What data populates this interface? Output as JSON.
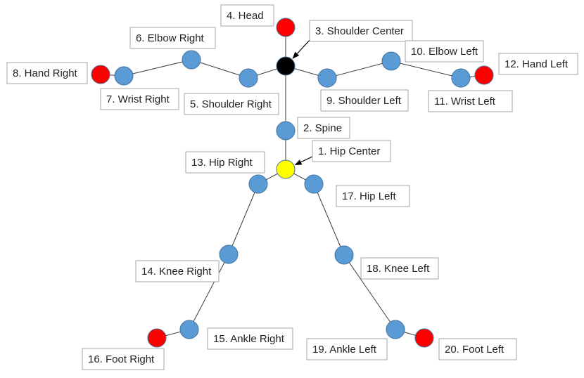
{
  "diagram": {
    "colors": {
      "default_joint": "#5b9bd5",
      "highlight_end": "#ff0000",
      "hip_center": "#ffff00",
      "shoulder_center": "#000000",
      "bone": "#3c3c3c",
      "label_border": "#a6a6a6"
    },
    "joints": [
      {
        "id": 1,
        "name": "Hip Center",
        "label": "1. Hip Center",
        "color": "#ffff00"
      },
      {
        "id": 2,
        "name": "Spine",
        "label": "2. Spine",
        "color": "#5b9bd5"
      },
      {
        "id": 3,
        "name": "Shoulder Center",
        "label": "3. Shoulder Center",
        "color": "#000000"
      },
      {
        "id": 4,
        "name": "Head",
        "label": "4. Head",
        "color": "#ff0000"
      },
      {
        "id": 5,
        "name": "Shoulder Right",
        "label": "5. Shoulder Right",
        "color": "#5b9bd5"
      },
      {
        "id": 6,
        "name": "Elbow Right",
        "label": "6. Elbow Right",
        "color": "#5b9bd5"
      },
      {
        "id": 7,
        "name": "Wrist Right",
        "label": "7. Wrist Right",
        "color": "#5b9bd5"
      },
      {
        "id": 8,
        "name": "Hand Right",
        "label": "8. Hand Right",
        "color": "#ff0000"
      },
      {
        "id": 9,
        "name": "Shoulder Left",
        "label": "9. Shoulder Left",
        "color": "#5b9bd5"
      },
      {
        "id": 10,
        "name": "Elbow Left",
        "label": "10. Elbow Left",
        "color": "#5b9bd5"
      },
      {
        "id": 11,
        "name": "Wrist Left",
        "label": "11. Wrist Left",
        "color": "#5b9bd5"
      },
      {
        "id": 12,
        "name": "Hand Left",
        "label": "12. Hand Left",
        "color": "#ff0000"
      },
      {
        "id": 13,
        "name": "Hip Right",
        "label": "13. Hip Right",
        "color": "#5b9bd5"
      },
      {
        "id": 14,
        "name": "Knee Right",
        "label": "14. Knee Right",
        "color": "#5b9bd5"
      },
      {
        "id": 15,
        "name": "Ankle Right",
        "label": "15. Ankle Right",
        "color": "#5b9bd5"
      },
      {
        "id": 16,
        "name": "Foot Right",
        "label": "16. Foot Right",
        "color": "#ff0000"
      },
      {
        "id": 17,
        "name": "Hip Left",
        "label": "17. Hip Left",
        "color": "#5b9bd5"
      },
      {
        "id": 18,
        "name": "Knee Left",
        "label": "18. Knee Left",
        "color": "#5b9bd5"
      },
      {
        "id": 19,
        "name": "Ankle Left",
        "label": "19. Ankle Left",
        "color": "#5b9bd5"
      },
      {
        "id": 20,
        "name": "Foot Left",
        "label": "20. Foot Left",
        "color": "#ff0000"
      }
    ],
    "bones": [
      [
        1,
        2
      ],
      [
        2,
        3
      ],
      [
        3,
        4
      ],
      [
        3,
        5
      ],
      [
        5,
        6
      ],
      [
        6,
        7
      ],
      [
        7,
        8
      ],
      [
        3,
        9
      ],
      [
        9,
        10
      ],
      [
        10,
        11
      ],
      [
        11,
        12
      ],
      [
        1,
        13
      ],
      [
        13,
        14
      ],
      [
        14,
        15
      ],
      [
        15,
        16
      ],
      [
        1,
        17
      ],
      [
        17,
        18
      ],
      [
        18,
        19
      ],
      [
        19,
        20
      ]
    ],
    "arrows": [
      {
        "from_label": 3,
        "to_joint": 3
      },
      {
        "from_label": 1,
        "to_joint": 1
      }
    ]
  }
}
